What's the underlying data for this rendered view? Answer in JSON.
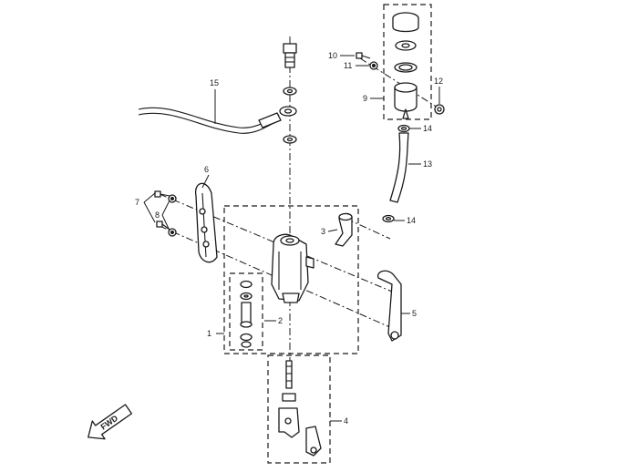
{
  "callouts": [
    {
      "id": "c1",
      "text": "1"
    },
    {
      "id": "c2",
      "text": "2"
    },
    {
      "id": "c3",
      "text": "3"
    },
    {
      "id": "c4",
      "text": "4"
    },
    {
      "id": "c5",
      "text": "5"
    },
    {
      "id": "c6",
      "text": "6"
    },
    {
      "id": "c7",
      "text": "7"
    },
    {
      "id": "c8",
      "text": "8"
    },
    {
      "id": "c9",
      "text": "9"
    },
    {
      "id": "c10",
      "text": "10"
    },
    {
      "id": "c11",
      "text": "11"
    },
    {
      "id": "c12",
      "text": "12"
    },
    {
      "id": "c13",
      "text": "13"
    },
    {
      "id": "c14a",
      "text": "14"
    },
    {
      "id": "c14b",
      "text": "14"
    },
    {
      "id": "c15",
      "text": "15"
    }
  ],
  "direction_label": "FWD"
}
